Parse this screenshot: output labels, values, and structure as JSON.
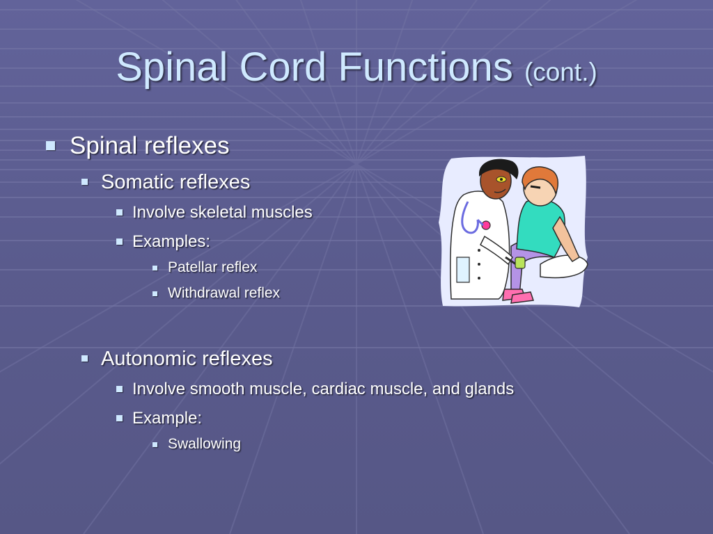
{
  "slide": {
    "title": "Spinal Cord Functions",
    "title_suffix": "(cont.)",
    "bullets": {
      "spinal_reflexes": "Spinal reflexes",
      "somatic_reflexes": "Somatic reflexes",
      "involve_skeletal": "Involve skeletal muscles",
      "examples": "Examples:",
      "patellar": "Patellar reflex",
      "withdrawal": "Withdrawal reflex",
      "autonomic_reflexes": "Autonomic reflexes",
      "involve_smooth": "Involve smooth muscle, cardiac muscle, and glands",
      "example": "Example:",
      "swallowing": "Swallowing"
    }
  },
  "clipart": {
    "icon": "doctor-patient-reflex-test-icon"
  },
  "colors": {
    "background": "#5b5c8c",
    "title": "#cfe9ff",
    "text": "#ffffff",
    "bullet": "#cfe9ff"
  }
}
